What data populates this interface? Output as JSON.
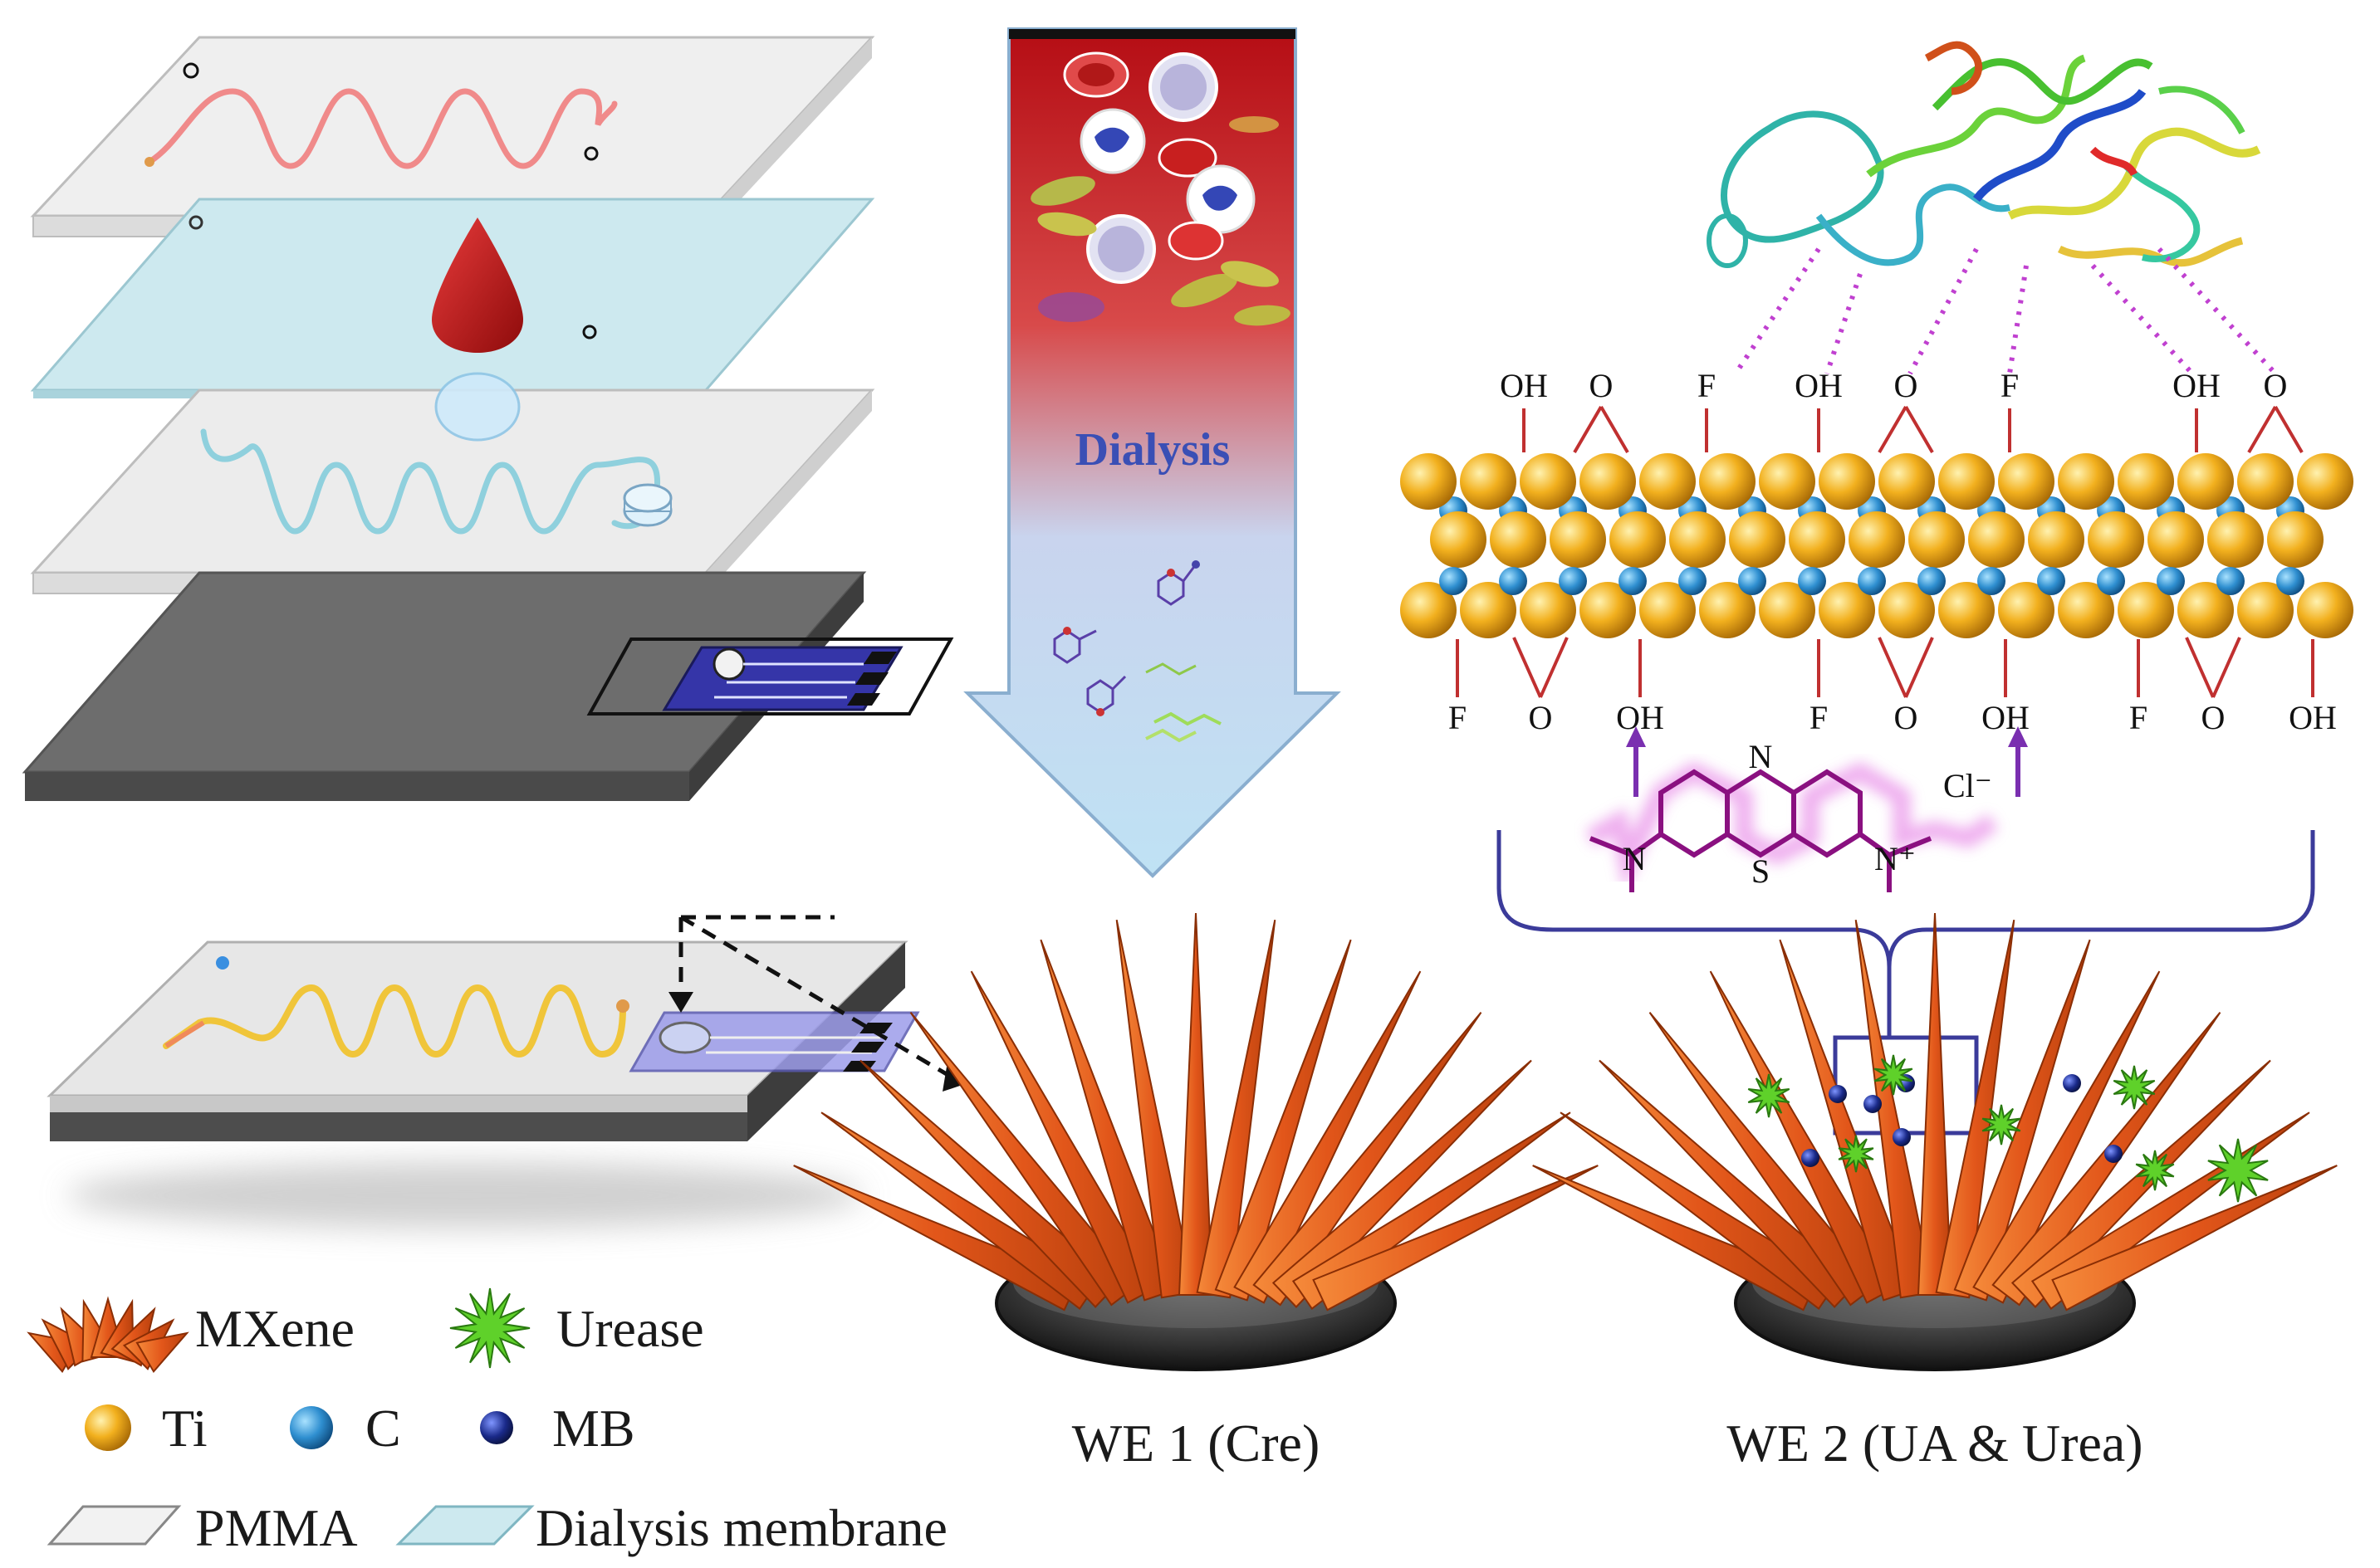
{
  "arrow": {
    "label": "Dialysis"
  },
  "electrodes": {
    "we1": "WE 1 (Cre)",
    "we2": "WE 2 (UA & Urea)"
  },
  "mxene_groups": {
    "top": [
      "OH",
      "O",
      "F",
      "OH",
      "O",
      "F",
      "OH",
      "O"
    ],
    "bottom": [
      "F",
      "O",
      "OH",
      "F",
      "O",
      "OH",
      "F",
      "O",
      "OH"
    ]
  },
  "mb": {
    "n": "N",
    "s": "S",
    "cl": "Cl⁻",
    "n_plus": "N⁺",
    "n_left": "N"
  },
  "legend": {
    "mxene": "MXene",
    "urease": "Urease",
    "ti": "Ti",
    "c": "C",
    "mb": "MB",
    "pmma": "PMMA",
    "dialysis_membrane": "Dialysis membrane"
  },
  "colors": {
    "mxene_orange": "#e8611d",
    "ti_gold": "#f2b01e",
    "c_blue": "#2f8fd0",
    "mb_purple": "#a0149e",
    "membrane_cyan": "#cde9ef",
    "pmma_gray": "#ececec"
  }
}
